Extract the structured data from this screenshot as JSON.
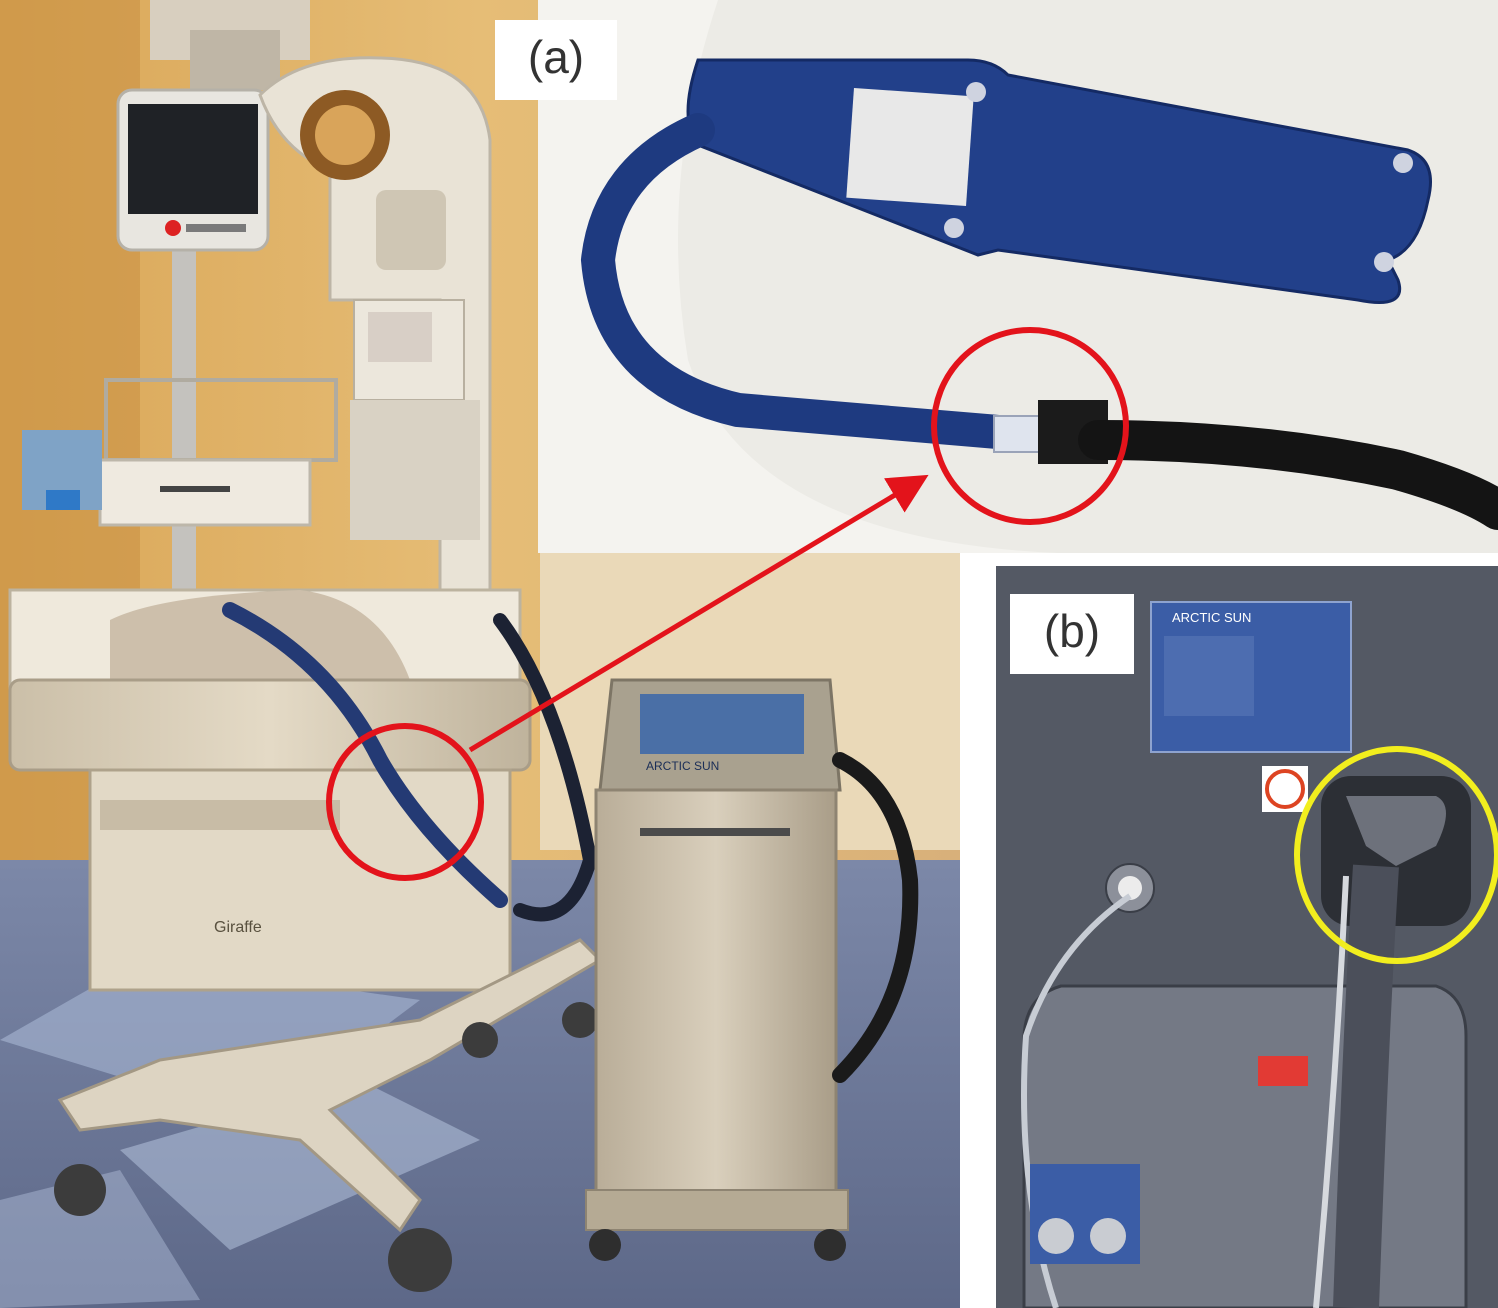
{
  "figure": {
    "panel_labels": {
      "a": "(a)",
      "b": "(b)"
    },
    "device_text": {
      "incubator_brand": "Giraffe",
      "pump_brand": "ARCTIC SUN",
      "panel_b_plate_title": "ARCTIC SUN"
    },
    "annotation_colors": {
      "red_circle": "#e3131b",
      "arrow": "#e3131b",
      "yellow_circle": "#f2ee1e"
    }
  }
}
